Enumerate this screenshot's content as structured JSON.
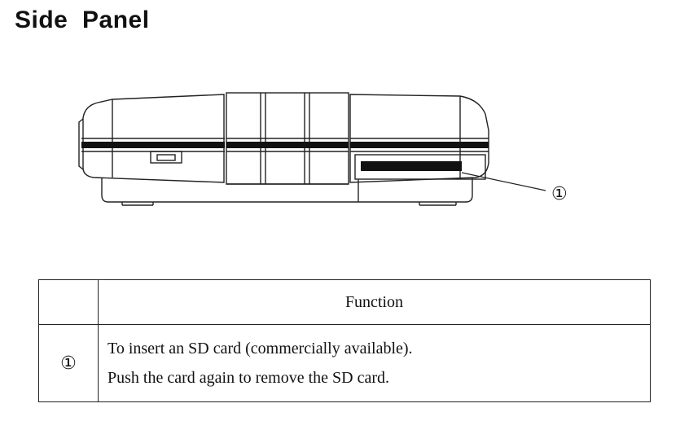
{
  "page": {
    "title": "Side  Panel"
  },
  "diagram": {
    "callout_label": "①"
  },
  "table": {
    "header": {
      "number": "",
      "function": "Function"
    },
    "rows": [
      {
        "number": "①",
        "lines": [
          "To insert an SD card (commercially available).",
          "Push the card again to remove the SD card."
        ]
      }
    ]
  }
}
